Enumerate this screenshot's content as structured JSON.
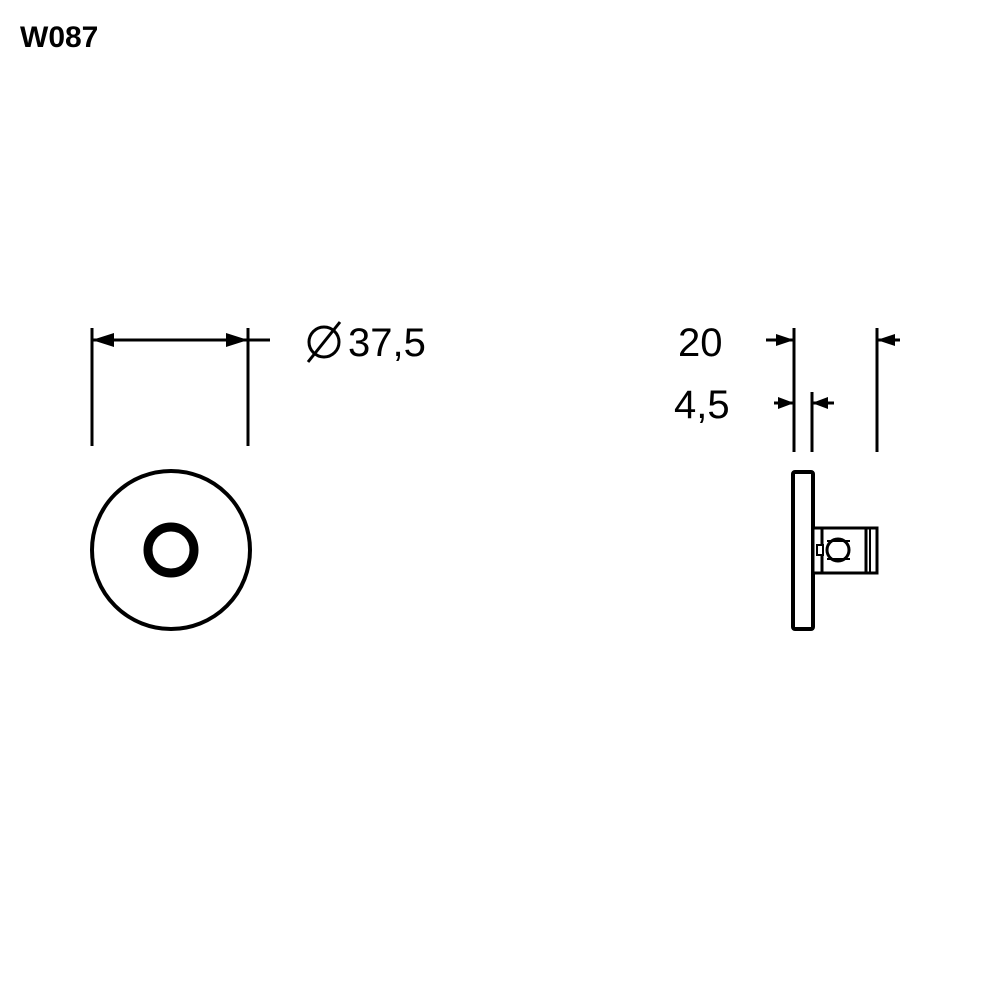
{
  "drawing": {
    "code": "W087",
    "front_view": {
      "diameter_symbol": "⌀",
      "diameter_value": "37,5"
    },
    "side_view": {
      "overall_depth": "20",
      "plate_thickness": "4,5"
    }
  },
  "colors": {
    "line": "#000000",
    "background": "#ffffff"
  }
}
